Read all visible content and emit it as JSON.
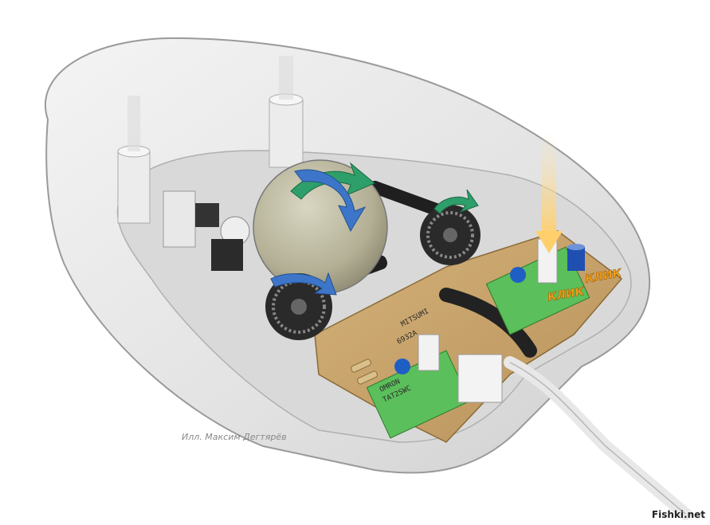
{
  "illustration": {
    "credit": "Илл. Максим Дегтярёв",
    "watermark": "Fishki.net",
    "click_label_1": "КЛИК",
    "click_label_2": "КЛИК",
    "pcb_marking": "MITSUMI",
    "pcb_code": "6932A",
    "switch_marking_1": "OMRON",
    "switch_marking_2": "TAT2SWC"
  },
  "colors": {
    "shell": "#e6e6e6",
    "pcb": "#c9a66b",
    "ball": "#b9b59c",
    "green_arrow": "#2e9e6a",
    "blue_arrow": "#3d76c9",
    "switch_green": "#5bbf5b",
    "click_orange": "#f2a31b"
  }
}
